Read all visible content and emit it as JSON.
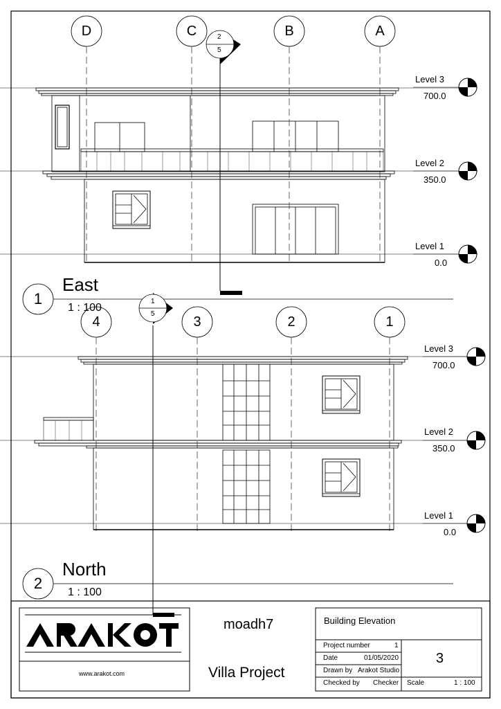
{
  "east_view": {
    "number": "1",
    "title": "East",
    "scale": "1 : 100",
    "grids": [
      "D",
      "C",
      "B",
      "A"
    ],
    "section_marker": {
      "top": "2",
      "bottom": "5"
    },
    "levels": [
      {
        "name": "Level 3",
        "value": "700.0"
      },
      {
        "name": "Level 2",
        "value": "350.0"
      },
      {
        "name": "Level 1",
        "value": "0.0"
      }
    ]
  },
  "north_view": {
    "number": "2",
    "title": "North",
    "scale": "1 : 100",
    "grids": [
      "4",
      "3",
      "2",
      "1"
    ],
    "section_marker": {
      "top": "1",
      "bottom": "5"
    },
    "levels": [
      {
        "name": "Level 3",
        "value": "700.0"
      },
      {
        "name": "Level 2",
        "value": "350.0"
      },
      {
        "name": "Level 1",
        "value": "0.0"
      }
    ]
  },
  "title_block": {
    "logo_text": "ARAKOT",
    "website": "www.arakot.com",
    "author": "moadh7",
    "project_name": "Villa Project",
    "sheet_name": "Building Elevation",
    "project_number_label": "Project number",
    "project_number": "1",
    "date_label": "Date",
    "date": "01/05/2020",
    "drawn_by_label": "Drawn by",
    "drawn_by": "Arakot Studio",
    "checked_by_label": "Checked by",
    "checked_by": "Checker",
    "sheet_number": "3",
    "scale_label": "Scale",
    "scale": "1 : 100"
  }
}
